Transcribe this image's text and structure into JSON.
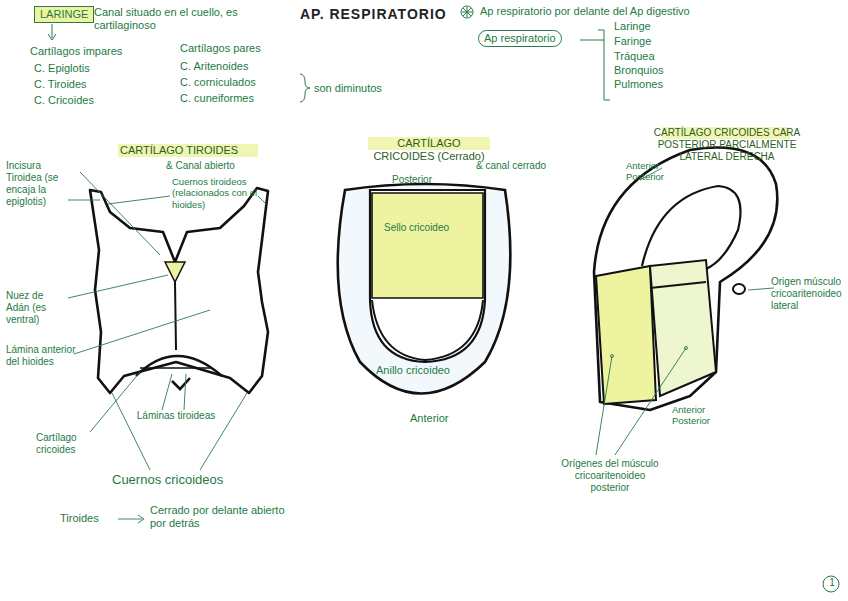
{
  "diagram": {
    "title": "AP. RESPIRATORIO",
    "nodes": [
      {
        "text": [
          "LARINGE"
        ]
      },
      {
        "text": [
          "Ap respiratorio"
        ]
      }
    ],
    "labels": [
      "Canal situado en el cuello, es cartilaginoso",
      "Cartílagos impares",
      "C. Epiglotis",
      "C. Tiroides",
      "C. Cricoides",
      "Cartílagos pares",
      "C. Aritenoides",
      "C. corniculados",
      "C. cuneiformes",
      "son diminutos",
      "Ap respiratorio por delante del Ap digestivo",
      "Laringe",
      "Faringe",
      "Tráquea",
      "Bronquios",
      "Pulmones",
      "CARTÍLAGO TIROIDES",
      "& Canal abierto",
      "Incisura Tiroidea (se encaja la epiglotis)",
      "Cuernos tiroideos (relacionados con el hioides)",
      "Nuez de Adán (es ventral)",
      "Lámina anterior del hioides",
      "Láminas tiroideas",
      "Cartílago cricoides",
      "Cuernos cricoideos",
      "Tiroides",
      "Cerrado por delante abierto por detrás",
      "CARTÍLAGO CRICOIDES (Cerrado)",
      "& canal cerrado",
      "Posterior",
      "Sello cricoideo",
      "Anillo cricoideo",
      "Anterior",
      "CARTÍLAGO CRICOIDES CARA POSTERIOR PARCIALMENTE LATERAL DERECHA",
      "Anterior Posterior",
      "Origen músculo cricoaritenoideo lateral",
      "Anterior Posterior",
      "Orígenes del músculo cricoaritenoideo posterior",
      "1"
    ]
  }
}
